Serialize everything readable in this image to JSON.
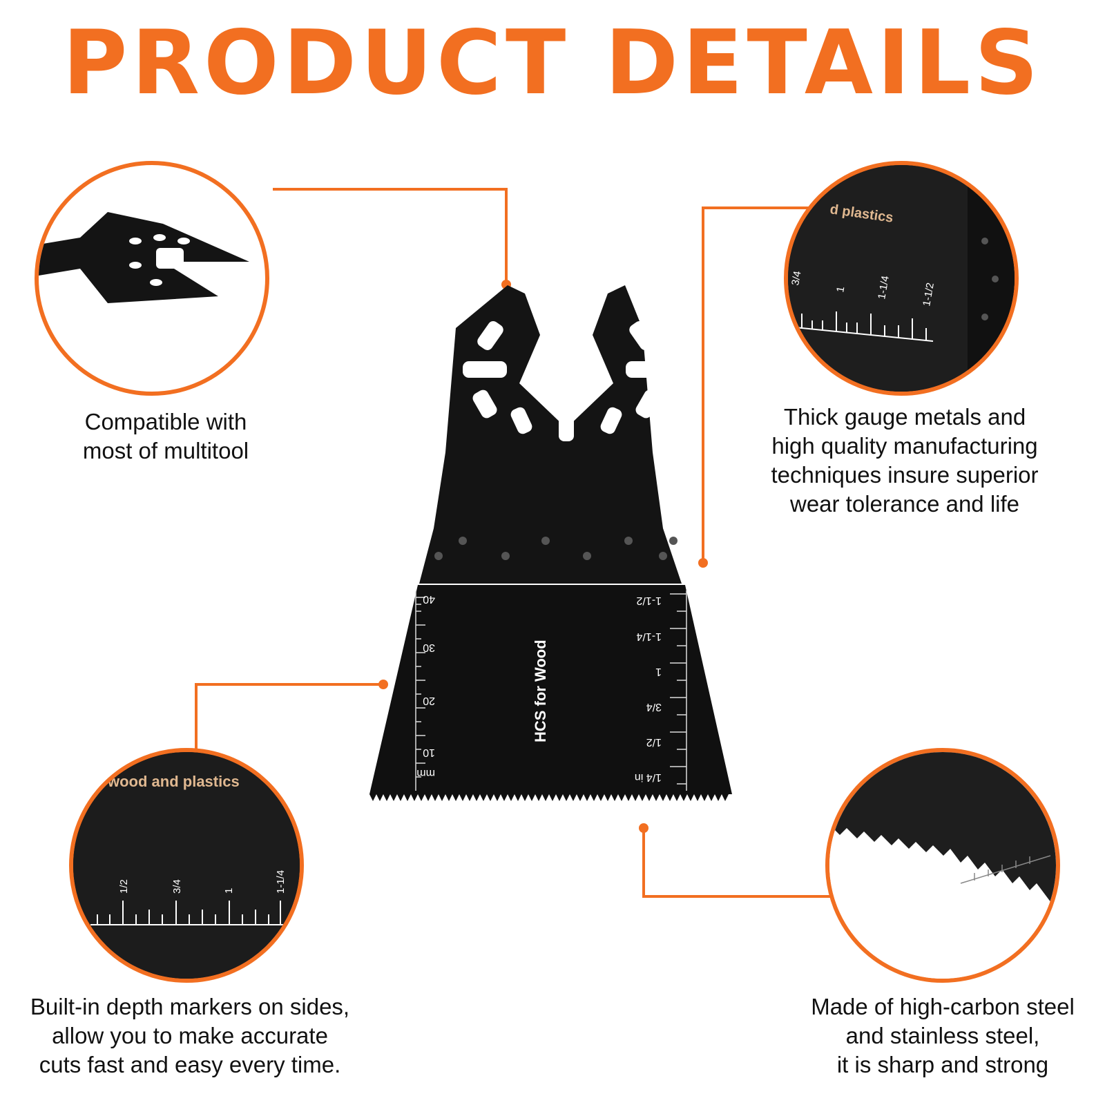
{
  "title": "PRODUCT DETAILS",
  "accent_color": "#f26f21",
  "features": {
    "top_left": "Compatible with\nmost of multitool",
    "top_right": "Thick gauge metals and\nhigh quality manufacturing\ntechniques insure superior\nwear tolerance and life",
    "bottom_left": "Built-in depth markers on sides,\nallow you to make accurate\ncuts fast and easy every time.",
    "bottom_right": "Made of high-carbon steel\nand stainless steel,\nit is sharp and strong"
  },
  "blade": {
    "label": "HCS for Wood",
    "mm_unit": "mm",
    "mm_marks": [
      "10",
      "20",
      "30",
      "40"
    ],
    "in_unit_mark": "1/4 in",
    "in_marks": [
      "1/2",
      "3/4",
      "1",
      "1-1/4",
      "1-1/2"
    ]
  },
  "detail_top_right": {
    "text": "d plastics",
    "marks": [
      "3/4",
      "1",
      "1-1/4",
      "1-1/2"
    ]
  },
  "detail_bottom_left": {
    "text": "wood and plastics",
    "marks": [
      "1/2",
      "3/4",
      "1",
      "1-1/4"
    ]
  }
}
